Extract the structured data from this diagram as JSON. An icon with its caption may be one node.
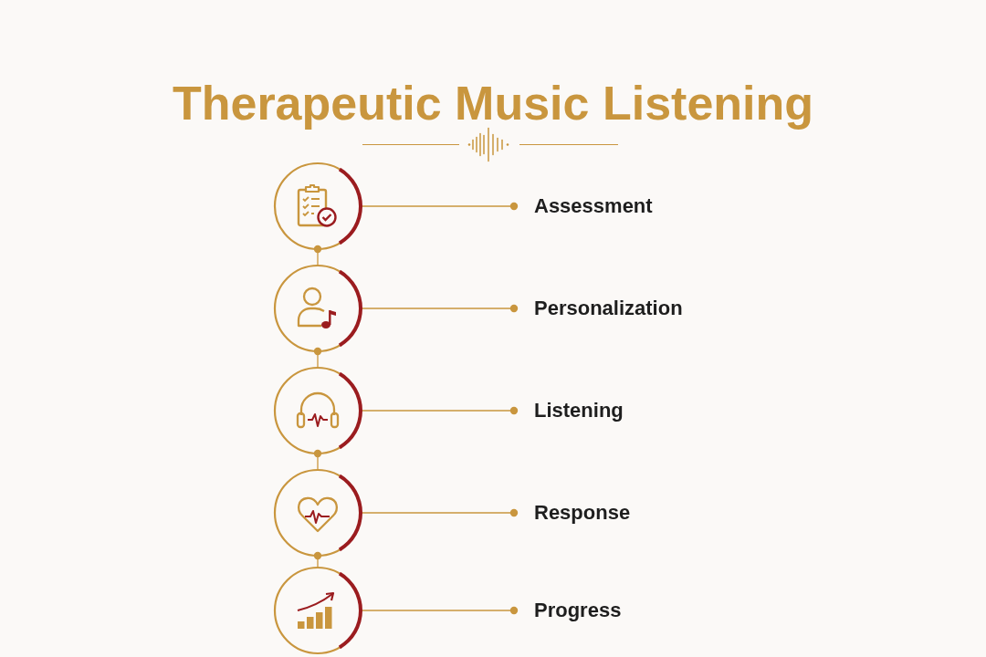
{
  "diagram": {
    "title": "Therapeutic Music Listening",
    "nodes": [
      {
        "text": [],
        "shape": "circle"
      },
      {
        "text": [
          "Assessment"
        ]
      },
      {
        "text": [],
        "shape": "circle"
      },
      {
        "text": [
          "Personalization"
        ]
      },
      {
        "text": [],
        "shape": "circle"
      },
      {
        "text": [
          "Listening"
        ]
      },
      {
        "text": [],
        "shape": "circle"
      },
      {
        "text": [
          "Response"
        ]
      },
      {
        "text": [],
        "shape": "circle"
      },
      {
        "text": [
          "Progress"
        ]
      }
    ],
    "edges": [
      {
        "from": 0,
        "to": 1,
        "arrow": "other"
      },
      {
        "from": 2,
        "to": 0,
        "arrow": "other"
      },
      {
        "from": 2,
        "to": 3,
        "arrow": "other"
      },
      {
        "from": 4,
        "to": 2,
        "arrow": "other"
      },
      {
        "from": 4,
        "to": 5,
        "arrow": "other"
      },
      {
        "from": 6,
        "to": 4,
        "arrow": "other"
      },
      {
        "from": 6,
        "to": 7,
        "arrow": "other"
      },
      {
        "from": 8,
        "to": 6,
        "arrow": "other"
      },
      {
        "from": 8,
        "to": 9,
        "arrow": "other"
      }
    ]
  }
}
